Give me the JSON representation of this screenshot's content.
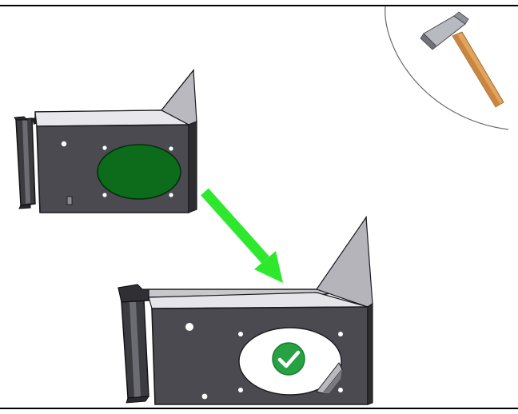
{
  "figure": {
    "type": "assembly-instruction-illustration",
    "steps": [
      {
        "role": "before",
        "part": "mounting-bracket",
        "hole_state": "covered-knockout"
      },
      {
        "role": "after",
        "part": "mounting-bracket",
        "hole_state": "knocked-out",
        "status": "done"
      }
    ],
    "tool": "hammer-icon",
    "transition": "arrow-icon",
    "colors": {
      "rule": "#000000",
      "bracket_face": "#4a4a50",
      "bracket_edge": "#1a1a1e",
      "bracket_flange": "#c8c8cc",
      "knockout_fill": "#0d6b1c",
      "arrow": "#2ee82e",
      "check_badge": "#27a243",
      "check_mark": "#ffffff",
      "hammer_head": "#a3a6ad",
      "hammer_handle": "#e2a35b",
      "tool_circle": "#6a6a6a"
    }
  }
}
